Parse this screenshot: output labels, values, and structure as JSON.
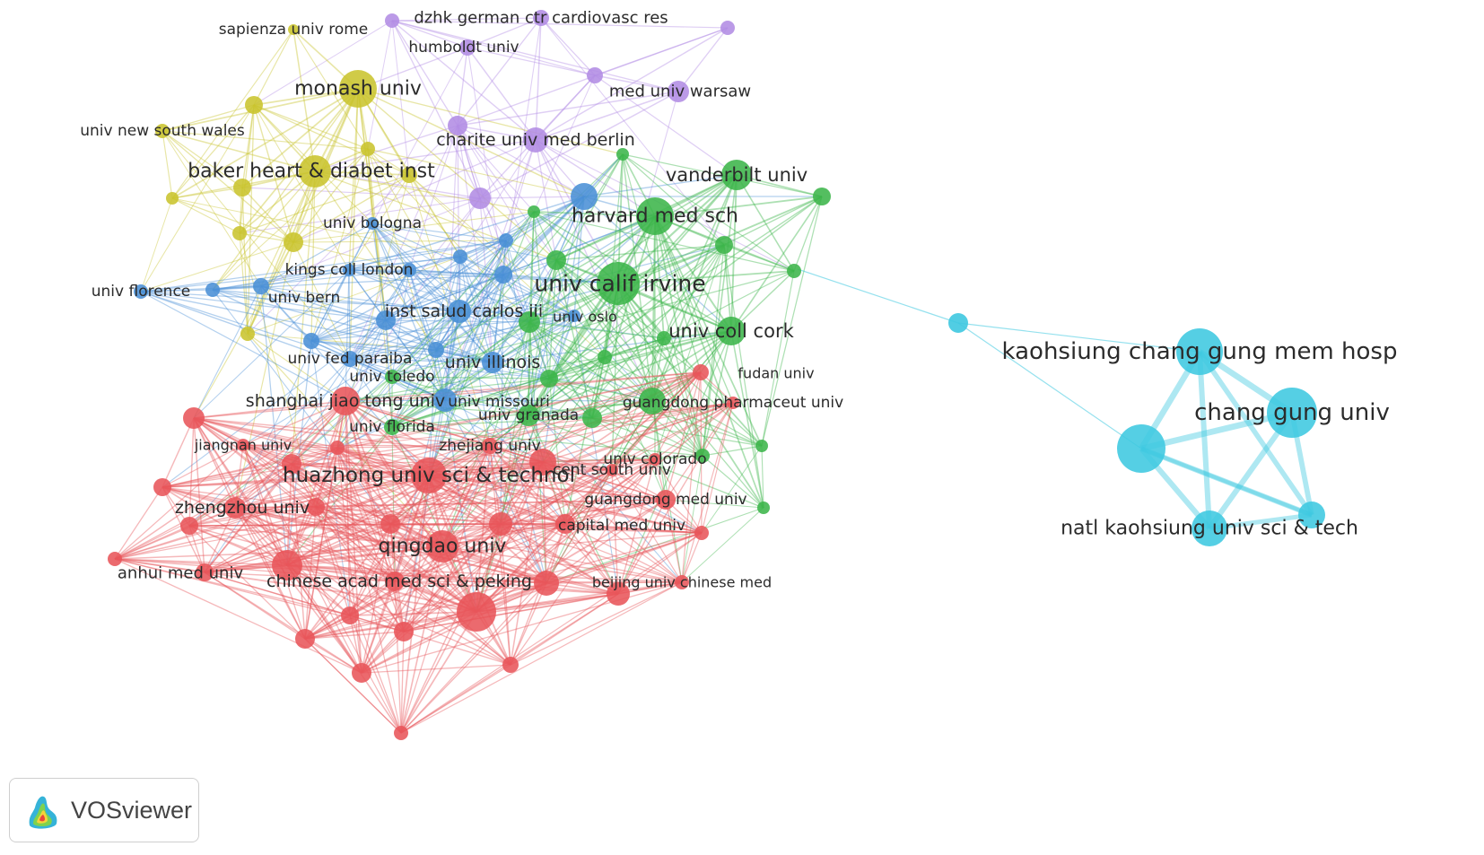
{
  "colors": {
    "red": "#e8555a",
    "green": "#3cb54a",
    "blue": "#4a90d6",
    "yellow": "#c9c42e",
    "purple": "#b28ce4",
    "cyan": "#3ec8e0"
  },
  "brand": {
    "name": "VOSviewer",
    "icon": "vosviewer-logo-icon"
  },
  "clusters": [
    {
      "id": "red",
      "color_key": "red"
    },
    {
      "id": "green",
      "color_key": "green"
    },
    {
      "id": "blue",
      "color_key": "blue"
    },
    {
      "id": "yellow",
      "color_key": "yellow"
    },
    {
      "id": "purple",
      "color_key": "purple"
    },
    {
      "id": "cyan",
      "color_key": "cyan"
    }
  ],
  "nodes": [
    {
      "label": "kaohsiung chang gung mem hosp",
      "cluster": "cyan"
    },
    {
      "label": "chang gung univ",
      "cluster": "cyan"
    },
    {
      "label": "natl kaohsiung univ sci & tech",
      "cluster": "cyan"
    },
    {
      "label": "",
      "cluster": "cyan"
    },
    {
      "label": "",
      "cluster": "cyan"
    },
    {
      "label": "dzhk german ctr cardiovasc res",
      "cluster": "purple"
    },
    {
      "label": "humboldt univ",
      "cluster": "purple"
    },
    {
      "label": "med univ warsaw",
      "cluster": "purple"
    },
    {
      "label": "charite univ med berlin",
      "cluster": "purple"
    },
    {
      "label": "",
      "cluster": "purple"
    },
    {
      "label": "",
      "cluster": "purple"
    },
    {
      "label": "",
      "cluster": "purple"
    },
    {
      "label": "",
      "cluster": "purple"
    },
    {
      "label": "",
      "cluster": "purple"
    },
    {
      "label": "sapienza univ rome",
      "cluster": "yellow"
    },
    {
      "label": "monash univ",
      "cluster": "yellow"
    },
    {
      "label": "univ new south wales",
      "cluster": "yellow"
    },
    {
      "label": "baker heart & diabet inst",
      "cluster": "yellow"
    },
    {
      "label": "",
      "cluster": "yellow"
    },
    {
      "label": "",
      "cluster": "yellow"
    },
    {
      "label": "",
      "cluster": "yellow"
    },
    {
      "label": "",
      "cluster": "yellow"
    },
    {
      "label": "",
      "cluster": "yellow"
    },
    {
      "label": "",
      "cluster": "yellow"
    },
    {
      "label": "",
      "cluster": "yellow"
    },
    {
      "label": "",
      "cluster": "yellow"
    },
    {
      "label": "univ bologna",
      "cluster": "blue"
    },
    {
      "label": "kings coll london",
      "cluster": "blue"
    },
    {
      "label": "univ florence",
      "cluster": "blue"
    },
    {
      "label": "univ bern",
      "cluster": "blue"
    },
    {
      "label": "inst salud carlos iii",
      "cluster": "blue"
    },
    {
      "label": "univ oslo",
      "cluster": "blue"
    },
    {
      "label": "univ fed paraiba",
      "cluster": "blue"
    },
    {
      "label": "univ illinois",
      "cluster": "blue"
    },
    {
      "label": "univ missouri",
      "cluster": "blue"
    },
    {
      "label": "",
      "cluster": "blue"
    },
    {
      "label": "",
      "cluster": "blue"
    },
    {
      "label": "",
      "cluster": "blue"
    },
    {
      "label": "",
      "cluster": "blue"
    },
    {
      "label": "",
      "cluster": "blue"
    },
    {
      "label": "",
      "cluster": "blue"
    },
    {
      "label": "",
      "cluster": "blue"
    },
    {
      "label": "",
      "cluster": "blue"
    },
    {
      "label": "",
      "cluster": "blue"
    },
    {
      "label": "univ granada",
      "cluster": "green"
    },
    {
      "label": "univ toledo",
      "cluster": "green"
    },
    {
      "label": "univ florida",
      "cluster": "green"
    },
    {
      "label": "vanderbilt univ",
      "cluster": "green"
    },
    {
      "label": "harvard med sch",
      "cluster": "green"
    },
    {
      "label": "univ calif irvine",
      "cluster": "green"
    },
    {
      "label": "univ coll cork",
      "cluster": "green"
    },
    {
      "label": "",
      "cluster": "green"
    },
    {
      "label": "",
      "cluster": "green"
    },
    {
      "label": "",
      "cluster": "green"
    },
    {
      "label": "",
      "cluster": "green"
    },
    {
      "label": "",
      "cluster": "green"
    },
    {
      "label": "",
      "cluster": "green"
    },
    {
      "label": "",
      "cluster": "green"
    },
    {
      "label": "",
      "cluster": "green"
    },
    {
      "label": "",
      "cluster": "green"
    },
    {
      "label": "",
      "cluster": "green"
    },
    {
      "label": "",
      "cluster": "green"
    },
    {
      "label": "",
      "cluster": "green"
    },
    {
      "label": "",
      "cluster": "green"
    },
    {
      "label": "",
      "cluster": "green"
    },
    {
      "label": "",
      "cluster": "green"
    },
    {
      "label": "univ colorado",
      "cluster": "red"
    },
    {
      "label": "cent south univ",
      "cluster": "red"
    },
    {
      "label": "guangdong med univ",
      "cluster": "red"
    },
    {
      "label": "zhejiang univ",
      "cluster": "red"
    },
    {
      "label": "guangdong pharmaceut univ",
      "cluster": "red"
    },
    {
      "label": "fudan univ",
      "cluster": "red"
    },
    {
      "label": "shanghai jiao tong univ",
      "cluster": "red"
    },
    {
      "label": "jiangnan univ",
      "cluster": "red"
    },
    {
      "label": "huazhong univ sci & technol",
      "cluster": "red"
    },
    {
      "label": "zhengzhou univ",
      "cluster": "red"
    },
    {
      "label": "capital med univ",
      "cluster": "red"
    },
    {
      "label": "qingdao univ",
      "cluster": "red"
    },
    {
      "label": "anhui med univ",
      "cluster": "red"
    },
    {
      "label": "chinese acad med sci & peking",
      "cluster": "red"
    },
    {
      "label": "beijing univ chinese med",
      "cluster": "red"
    },
    {
      "label": "",
      "cluster": "red"
    },
    {
      "label": "",
      "cluster": "red"
    },
    {
      "label": "",
      "cluster": "red"
    },
    {
      "label": "",
      "cluster": "red"
    },
    {
      "label": "",
      "cluster": "red"
    },
    {
      "label": "",
      "cluster": "red"
    },
    {
      "label": "",
      "cluster": "red"
    },
    {
      "label": "",
      "cluster": "red"
    },
    {
      "label": "",
      "cluster": "red"
    },
    {
      "label": "",
      "cluster": "red"
    },
    {
      "label": "",
      "cluster": "red"
    },
    {
      "label": "",
      "cluster": "red"
    },
    {
      "label": "",
      "cluster": "red"
    },
    {
      "label": "",
      "cluster": "red"
    },
    {
      "label": "",
      "cluster": "red"
    },
    {
      "label": "",
      "cluster": "red"
    },
    {
      "label": "",
      "cluster": "red"
    },
    {
      "label": "",
      "cluster": "red"
    },
    {
      "label": "",
      "cluster": "red"
    },
    {
      "label": "",
      "cluster": "red"
    },
    {
      "label": "",
      "cluster": "red"
    }
  ]
}
